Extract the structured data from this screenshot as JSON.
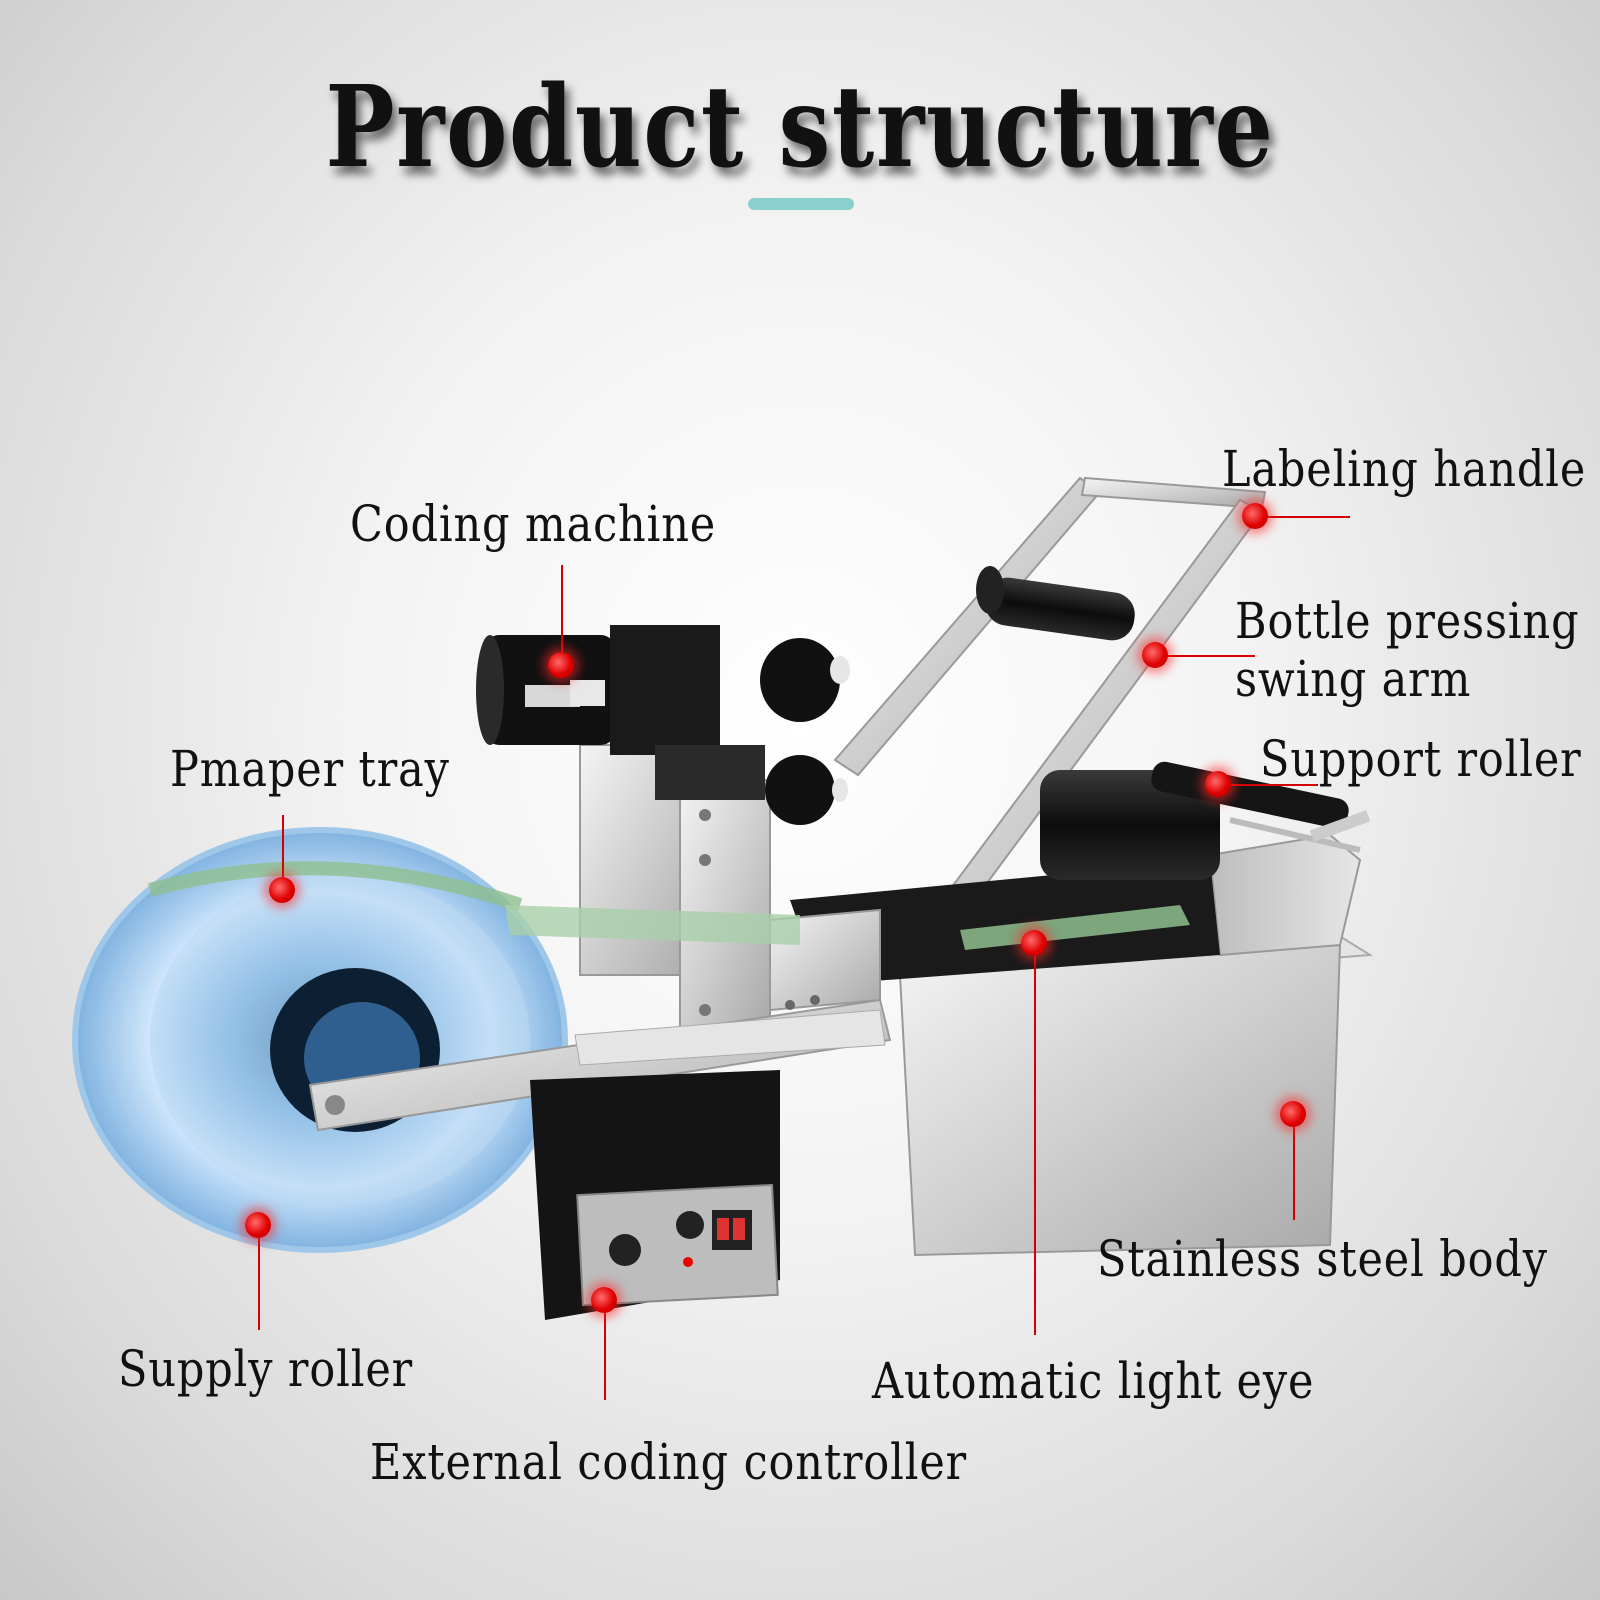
{
  "title": "Product structure",
  "labels": {
    "coding_machine": "Coding machine",
    "labeling_handle": "Labeling handle",
    "bottle_pressing_line1": "Bottle pressing",
    "bottle_pressing_line2": "swing arm",
    "support_roller": "Support roller",
    "pmaper_tray": "Pmaper tray",
    "stainless_steel_body": "Stainless steel body",
    "supply_roller": "Supply roller",
    "automatic_light_eye": "Automatic light eye",
    "external_coding_controller": "External coding controller"
  },
  "colors": {
    "accent_underline": "#8ccfcf",
    "marker": "#e00000"
  }
}
